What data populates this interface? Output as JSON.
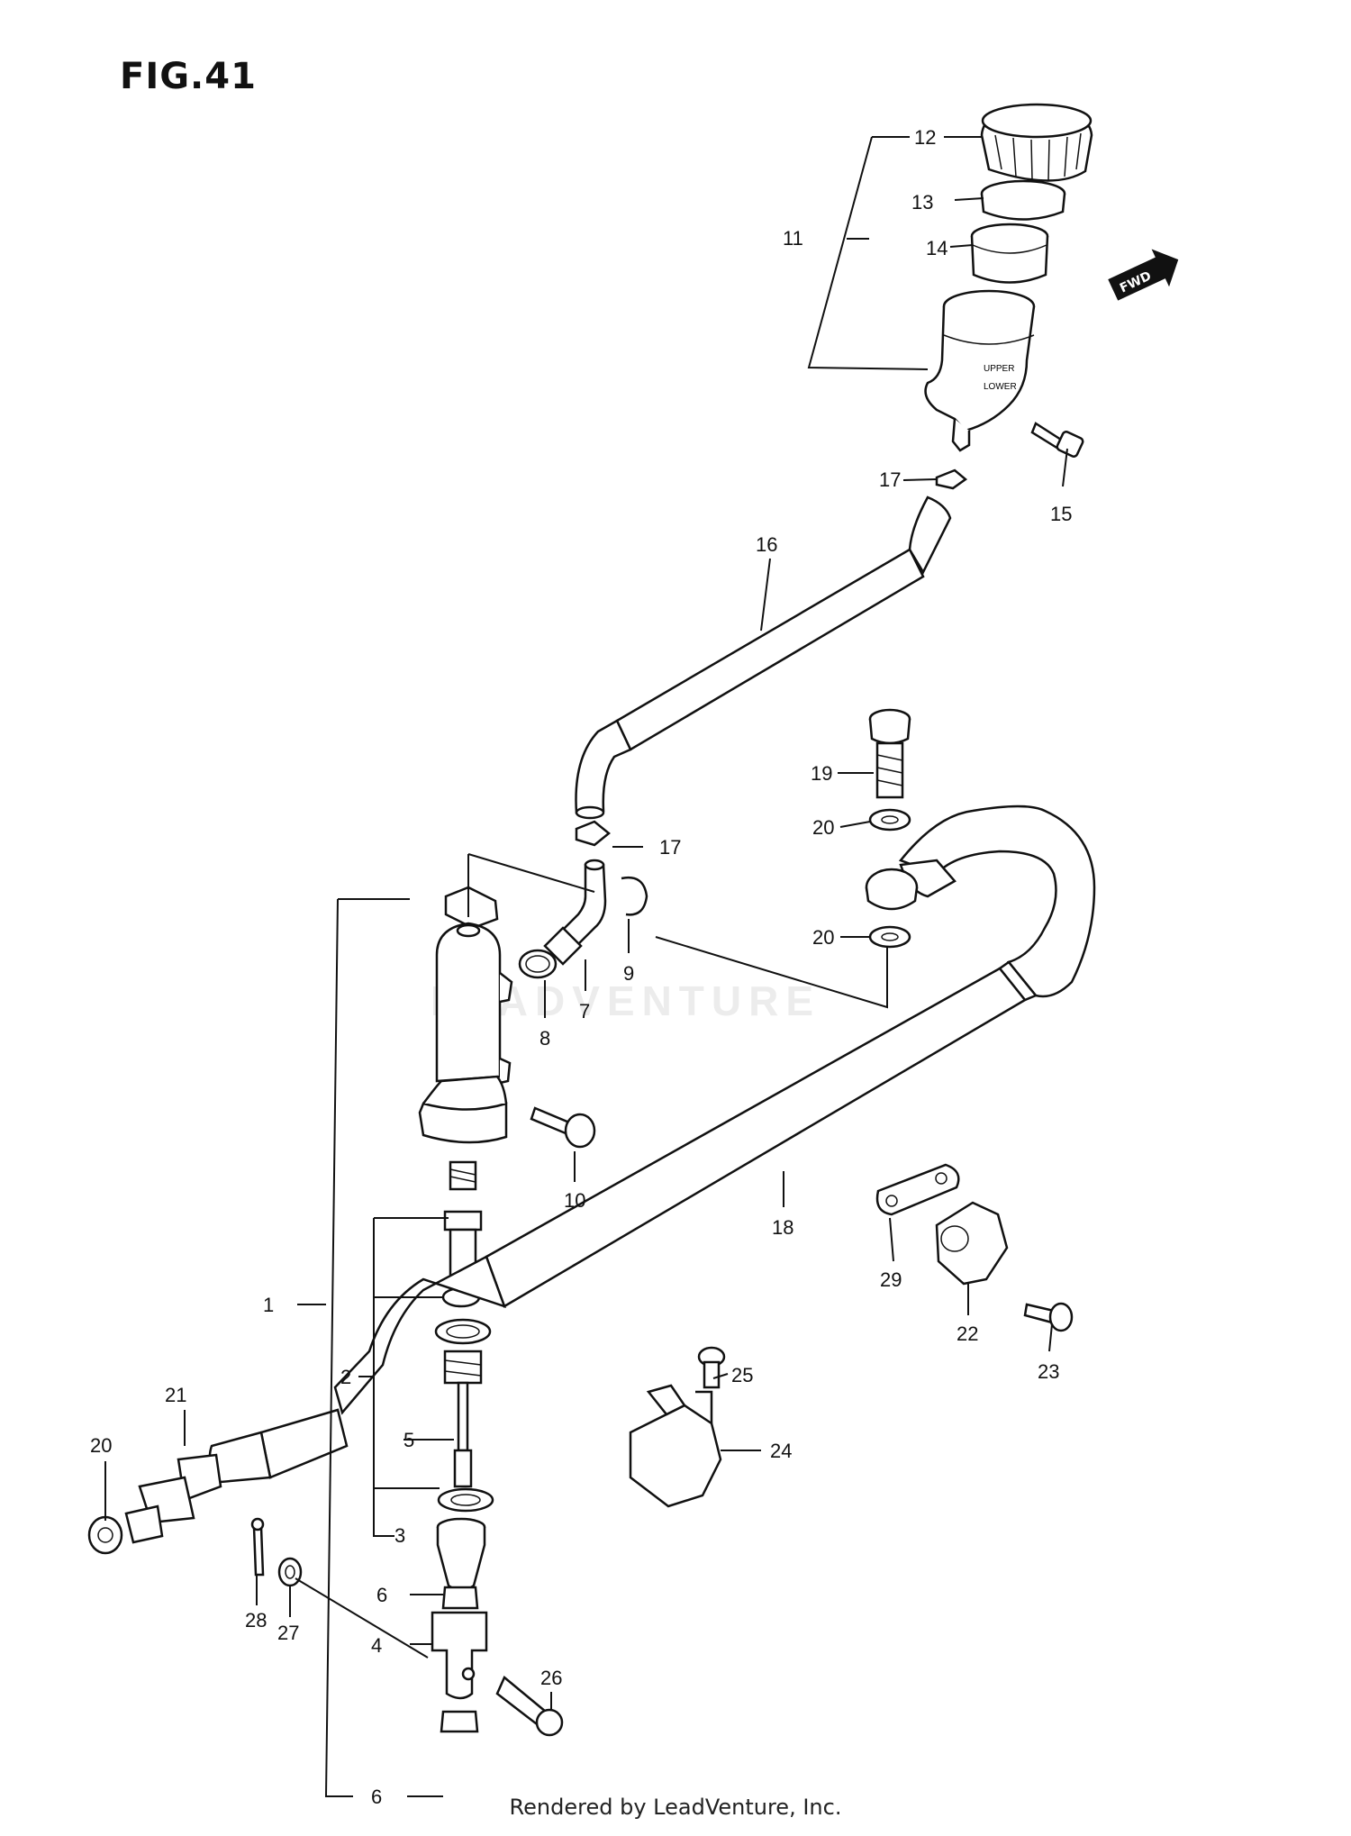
{
  "figure": {
    "title": "FIG.41"
  },
  "watermark": "LEADVENTURE",
  "footer": "Rendered by LeadVenture, Inc.",
  "direction_badge": "FWD",
  "callouts": [
    {
      "id": "c12",
      "text": "12"
    },
    {
      "id": "c13",
      "text": "13"
    },
    {
      "id": "c11",
      "text": "11"
    },
    {
      "id": "c14",
      "text": "14"
    },
    {
      "id": "c17a",
      "text": "17"
    },
    {
      "id": "c15",
      "text": "15"
    },
    {
      "id": "c16",
      "text": "16"
    },
    {
      "id": "c19",
      "text": "19"
    },
    {
      "id": "c20a",
      "text": "20"
    },
    {
      "id": "c17b",
      "text": "17"
    },
    {
      "id": "c20b",
      "text": "20"
    },
    {
      "id": "c9",
      "text": "9"
    },
    {
      "id": "c7",
      "text": "7"
    },
    {
      "id": "c8",
      "text": "8"
    },
    {
      "id": "c10",
      "text": "10"
    },
    {
      "id": "c18",
      "text": "18"
    },
    {
      "id": "c29",
      "text": "29"
    },
    {
      "id": "c22",
      "text": "22"
    },
    {
      "id": "c23",
      "text": "23"
    },
    {
      "id": "c1",
      "text": "1"
    },
    {
      "id": "c2",
      "text": "2"
    },
    {
      "id": "c25",
      "text": "25"
    },
    {
      "id": "c21",
      "text": "21"
    },
    {
      "id": "c5",
      "text": "5"
    },
    {
      "id": "c24",
      "text": "24"
    },
    {
      "id": "c20c",
      "text": "20"
    },
    {
      "id": "c3",
      "text": "3"
    },
    {
      "id": "c6a",
      "text": "6"
    },
    {
      "id": "c28",
      "text": "28"
    },
    {
      "id": "c27",
      "text": "27"
    },
    {
      "id": "c4",
      "text": "4"
    },
    {
      "id": "c26",
      "text": "26"
    },
    {
      "id": "c6b",
      "text": "6"
    }
  ]
}
